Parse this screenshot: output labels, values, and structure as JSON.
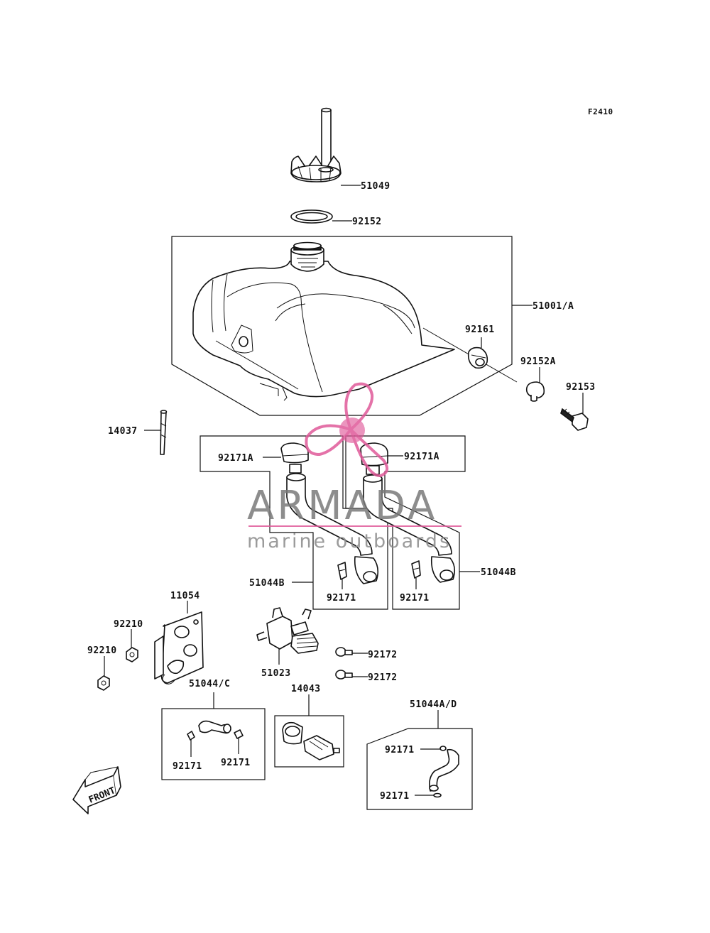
{
  "figure_code": "F2410",
  "watermark": {
    "brand": "ARMADA",
    "tagline": "marine outboards",
    "accent_color": "#e05a9a",
    "text_color": "#7a7a7a"
  },
  "front_label": "FRONT",
  "labels": {
    "cap": "51049",
    "gasket": "92152",
    "tank": "51001/A",
    "damper": "92161",
    "collar": "92152A",
    "bolt": "92153",
    "rod": "14037",
    "clamp_a_left": "92171A",
    "clamp_a_right": "92171A",
    "hose_b_left": "51044B",
    "hose_b_right": "51044B",
    "clip_left_b": "92171",
    "clip_right_b": "92171",
    "bracket": "11054",
    "nut_upper": "92210",
    "nut_lower": "92210",
    "cock": "51023",
    "screw_upper": "92172",
    "screw_lower": "92172",
    "hose_c": "51044/C",
    "clip_c_left": "92171",
    "clip_c_right": "92171",
    "filter": "14043",
    "hose_ad": "51044A/D",
    "clip_ad_top": "92171",
    "clip_ad_bottom": "92171"
  },
  "icons": {
    "watermark_logo": "propeller-logo-icon",
    "front_arrow": "front-arrow-icon"
  }
}
